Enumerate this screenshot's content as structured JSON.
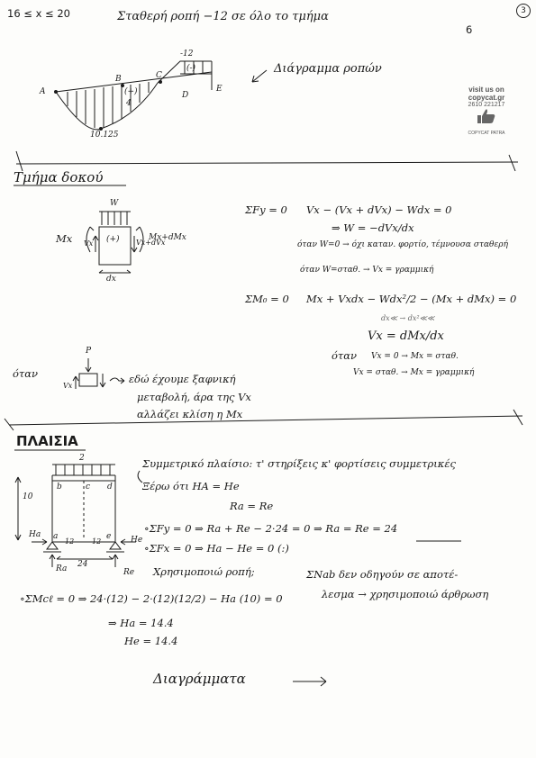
{
  "header": {
    "range": "16 ≤ x ≤ 20",
    "title": "Σταθερή ροπή −12 σε όλο το τμήμα",
    "page_number": "6",
    "circled_number": "3"
  },
  "stamp": {
    "line1": "visit us on",
    "line2": "copycat.gr",
    "line3": "2610 221217",
    "line4": "COPYCAT PATRA",
    "icon": "thumbs-up-icon"
  },
  "moment_diagram": {
    "caption": "Διάγραμμα ροπών",
    "points": {
      "a": "A",
      "b": "B",
      "c": "C",
      "d": "D",
      "e": "E"
    },
    "top_value": "-12",
    "min_value": "10.125",
    "side_value": "4",
    "plus_sign": "(+)",
    "minus_sign": "(-)"
  },
  "beam_section": {
    "heading": "Τμήμα δοκού",
    "load_w": "W",
    "mx": "Mx",
    "mx_dmx": "Mx+dMx",
    "vx": "Vx",
    "vx_dvx": "Vx+dVx",
    "sign_plus": "(+)",
    "dx": "dx",
    "sum_fy_lhs": "ΣFy = 0",
    "sum_fy_eq": "Vx − (Vx + dVx) − Wdx = 0",
    "w_result": "⇒ W = −dVx/dx",
    "when_w0": "όταν W=0 → όχι καταν. φορτίο, τέμνουσα σταθερή",
    "when_wconst": "όταν W=σταθ. → Vx = γραμμική",
    "sum_m_lhs": "ΣM₀ = 0",
    "sum_m_eq": "Mx + Vxdx − Wdx²/2 − (Mx + dMx) = 0",
    "note_small": "dx≪ → dx²≪≪",
    "vx_result": "Vx = dMx/dx",
    "when_vx0_label": "όταν",
    "when_vx0": "Vx = 0 → Mx = σταθ.",
    "when_vx_const": "Vx = σταθ. → Mx = γραμμική"
  },
  "point_load_note": {
    "when_label": "όταν",
    "load_p": "P",
    "vx_small": "Vx",
    "text_line1": "εδώ έχουμε ξαφνική",
    "text_line2": "μεταβολή, άρα της Vx",
    "text_line3": "αλλάζει κλίση η Mx"
  },
  "frames": {
    "heading": "ΠΛΑΙΣΙΑ",
    "load_q": "2",
    "height": "10",
    "node_b": "b",
    "node_c": "c",
    "node_d": "d",
    "node_a": "a",
    "node_e": "e",
    "span_left": "12",
    "span_right": "12",
    "span_total": "24",
    "ha": "Ha",
    "he": "He",
    "ra": "Ra",
    "re": "Re",
    "sym_line1": "Συμμετρικό πλαίσιο: τ' στηρίξεις κ' φορτίσεις συμμετρικές",
    "know_line": "Ξέρω ότι  HA = He",
    "know_line2": "Ra = Re",
    "fy_eq": "∘ΣFy = 0 ⇒ Ra + Re − 2·24 = 0  ⇒  Ra = Re = 24",
    "fx_eq": "∘ΣFx = 0 ⇒ Ha − He = 0 (:)",
    "use_moments": "Χρησιμοποιώ ροπή;",
    "snab": "ΣΝab δεν οδηγούν σε αποτέ-",
    "snab2": "λεσμα → χρησιμοποιώ άρθρωση",
    "mc_eq": "∘ΣMcℓ = 0 ⇒ 24·(12) − 2·(12)(12/2) − Ha (10) = 0",
    "ha_result": "⇒ Ha = 14.4",
    "he_result": "He = 14.4"
  },
  "footer": {
    "diagrams": "Διαγράμματα"
  }
}
